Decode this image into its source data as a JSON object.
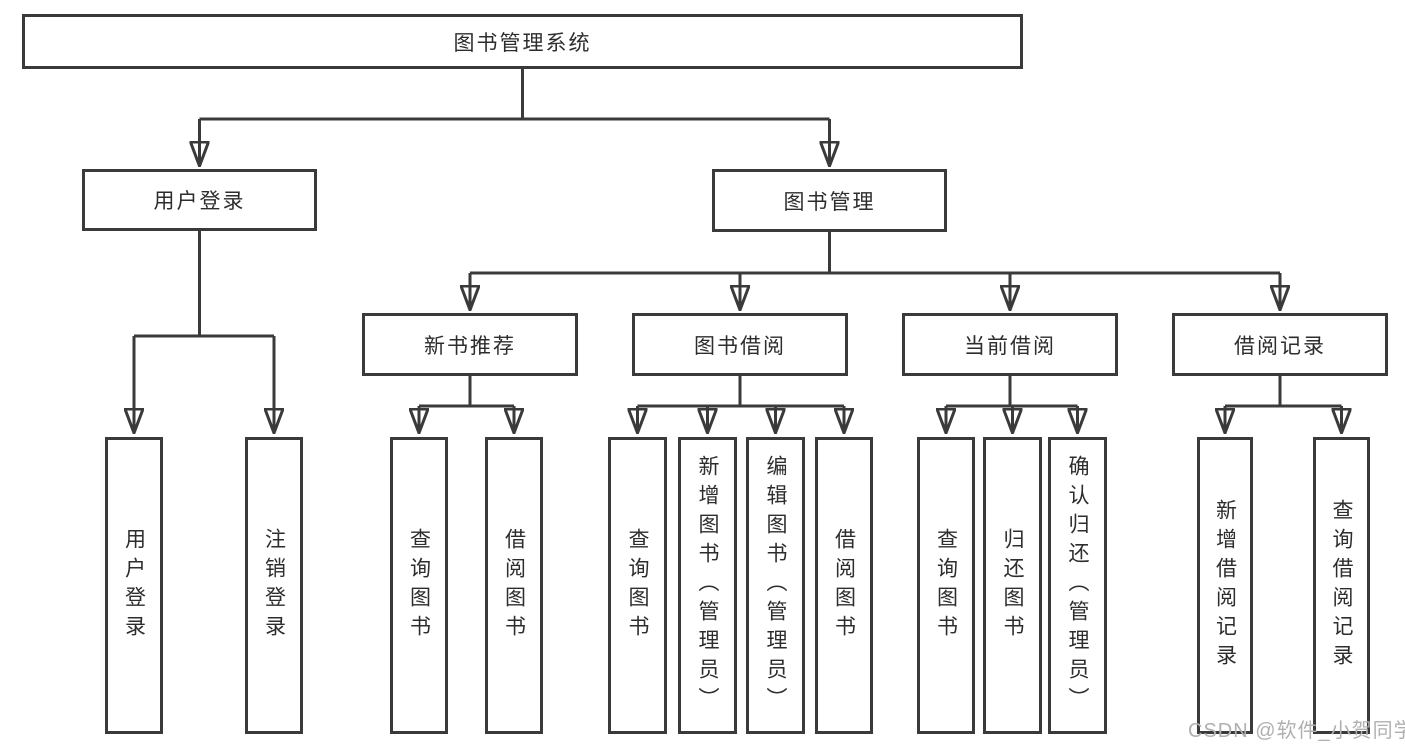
{
  "tree": {
    "root_label": "图书管理系统",
    "branches": [
      {
        "label": "用户登录",
        "leaves": [
          "用户登录",
          "注销登录"
        ]
      },
      {
        "label": "图书管理",
        "sections": [
          {
            "label": "新书推荐",
            "leaves": [
              "查询图书",
              "借阅图书"
            ]
          },
          {
            "label": "图书借阅",
            "leaves": [
              "查询图书",
              "新增图书（管理员）",
              "编辑图书（管理员）",
              "借阅图书"
            ]
          },
          {
            "label": "当前借阅",
            "leaves": [
              "查询图书",
              "归还图书",
              "确认归还（管理员）"
            ]
          },
          {
            "label": "借阅记录",
            "leaves": [
              "新增借阅记录",
              "查询借阅记录"
            ]
          }
        ]
      }
    ]
  },
  "watermark": {
    "text": "CSDN @软件_小贺同学"
  },
  "colors": {
    "line": "#3a3a3a",
    "box_border": "#3a3a3a",
    "text": "#2d2d2d",
    "watermark": "#b0b0b0",
    "background": "#ffffff"
  }
}
